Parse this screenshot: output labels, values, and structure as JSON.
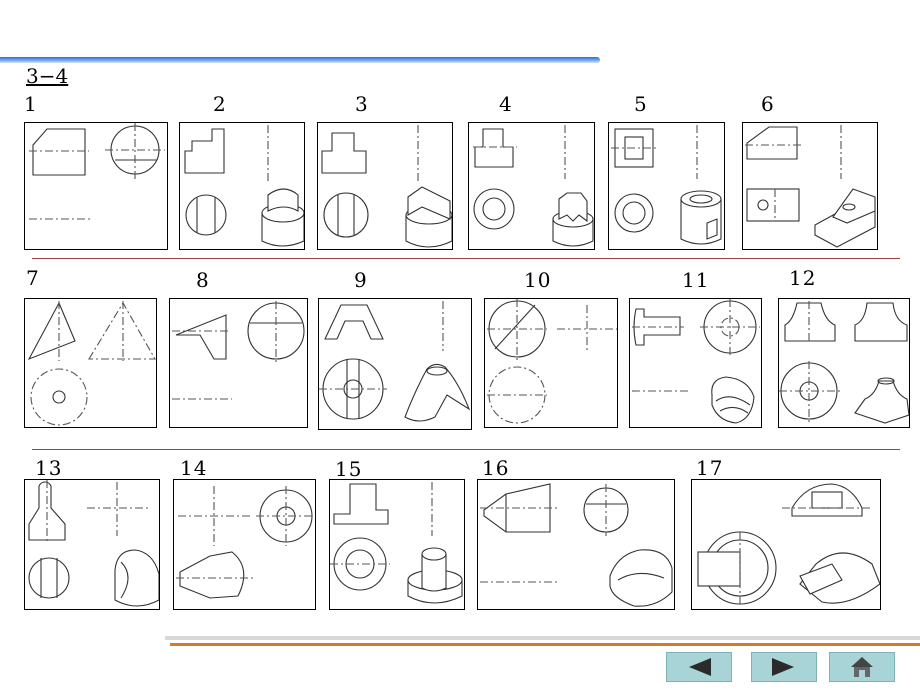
{
  "section_title": "3−4",
  "problems": [
    "1",
    "2",
    "3",
    "4",
    "5",
    "6",
    "7",
    "8",
    "9",
    "10",
    "11",
    "12",
    "13",
    "14",
    "15",
    "16",
    "17"
  ],
  "nav": {
    "prev_icon": "left-arrow-icon",
    "next_icon": "right-arrow-icon",
    "home_icon": "home-icon"
  }
}
